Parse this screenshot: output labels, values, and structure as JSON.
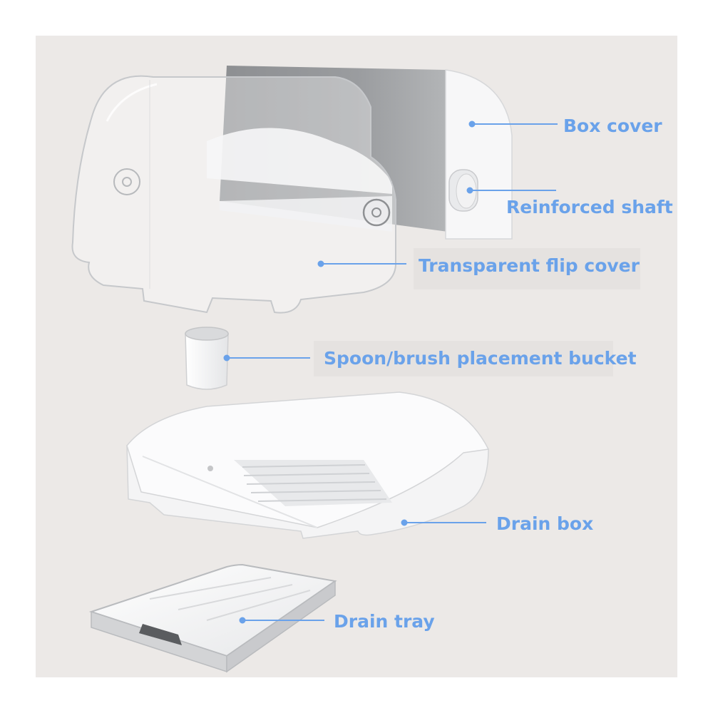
{
  "labels": {
    "box_cover": "Box cover",
    "reinforced_shaft": "Reinforced shaft",
    "transparent_flip_cover": "Transparent flip cover",
    "spoon_brush_bucket": "Spoon/brush placement bucket",
    "drain_box": "Drain box",
    "drain_tray": "Drain tray"
  },
  "colors": {
    "label_text": "#6aa2ea",
    "leader_line": "#6aa2ea",
    "background": "#ece9e7"
  }
}
